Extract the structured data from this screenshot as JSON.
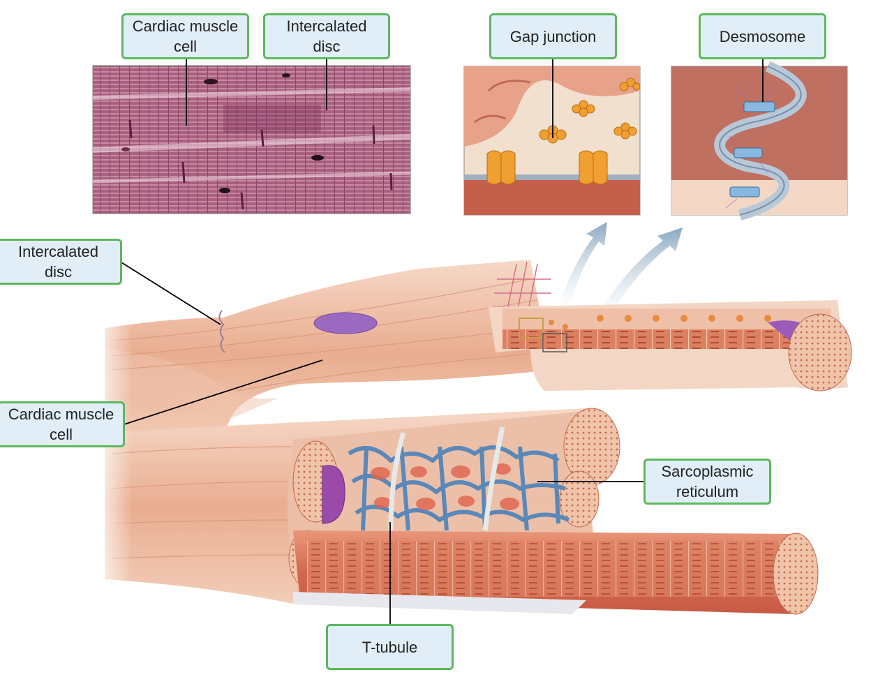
{
  "labels": {
    "cardiac_top": "Cardiac muscle\ncell",
    "intercalated_top": "Intercalated\ndisc",
    "gap_junction": "Gap junction",
    "desmosome": "Desmosome",
    "intercalated_left": "Intercalated\ndisc",
    "cardiac_left": "Cardiac muscle\ncell",
    "sarcoplasmic": "Sarcoplasmic\nreticulum",
    "t_tubule": "T-tubule"
  },
  "colors": {
    "label_border": "#5cb85c",
    "label_fill": "#e1eef8",
    "muscle": "#e8a888",
    "muscle_dark": "#c8705a",
    "micrograph": "#a05a7e",
    "reticulum": "#5a88b8",
    "nucleus": "#8a5aa8"
  }
}
